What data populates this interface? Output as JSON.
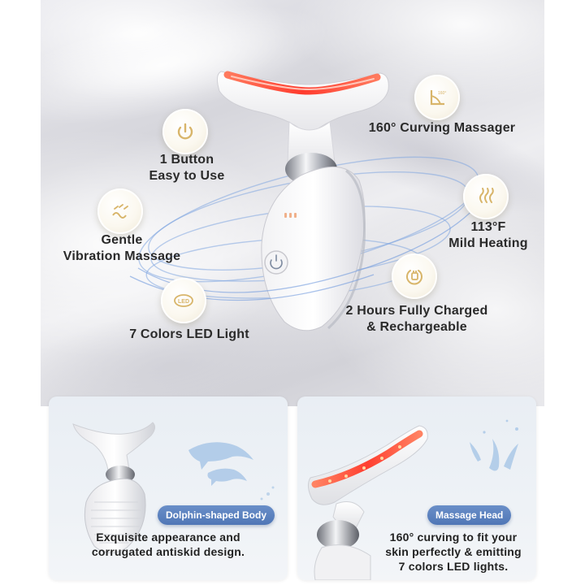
{
  "features": {
    "one_button": {
      "line1": "1 Button",
      "line2": "Easy to Use",
      "icon": "power-icon"
    },
    "curving": {
      "label": "160° Curving Massager",
      "icon": "angle-icon"
    },
    "vibration": {
      "line1": "Gentle",
      "line2": "Vibration Massage",
      "icon": "vibration-icon"
    },
    "heating": {
      "line1": "113°F",
      "line2": "Mild Heating",
      "icon": "heat-icon"
    },
    "led": {
      "label": "7 Colors LED Light",
      "icon": "led-icon",
      "icon_text": "LED"
    },
    "charging": {
      "line1": "2 Hours Fully Charged",
      "line2": "& Rechargeable",
      "icon": "plug-icon"
    }
  },
  "panels": {
    "left": {
      "badge": "Dolphin-shaped Body",
      "line1": "Exquisite appearance and",
      "line2": "corrugated antiskid design."
    },
    "right": {
      "badge": "Massage Head",
      "line1": "160° curving to fit your",
      "line2": "skin perfectly & emitting",
      "line3": "7 colors LED lights."
    }
  },
  "colors": {
    "accent_gold": "#d8b56a",
    "led_red": "#ff5a4a",
    "badge_blue": "#5a80bd"
  }
}
